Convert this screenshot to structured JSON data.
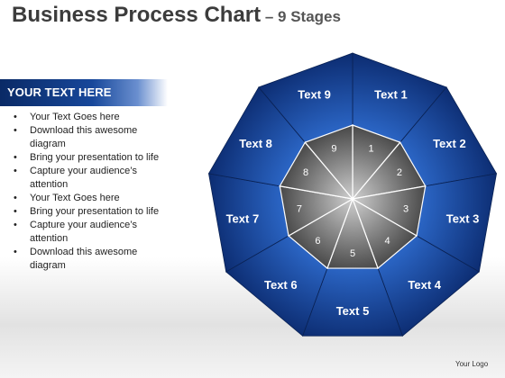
{
  "header": {
    "title": "Business Process Chart",
    "subtitle": " – 9 Stages"
  },
  "sidebar": {
    "heading": "YOUR TEXT HERE",
    "bullets": [
      "Your Text Goes here",
      "Download this awesome diagram",
      "Bring your presentation to life",
      "Capture your audience’s attention",
      "Your Text Goes here",
      "Bring your presentation to life",
      "Capture your audience’s attention",
      "Download this awesome diagram"
    ]
  },
  "diagram": {
    "stages": [
      {
        "number": "1",
        "label": "Text 1"
      },
      {
        "number": "2",
        "label": "Text 2"
      },
      {
        "number": "3",
        "label": "Text 3"
      },
      {
        "number": "4",
        "label": "Text 4"
      },
      {
        "number": "5",
        "label": "Text 5"
      },
      {
        "number": "6",
        "label": "Text 6"
      },
      {
        "number": "7",
        "label": "Text 7"
      },
      {
        "number": "8",
        "label": "Text 8"
      },
      {
        "number": "9",
        "label": "Text 9"
      }
    ],
    "colors": {
      "outer_dark": "#0b2a6e",
      "outer_light": "#2f6dd0",
      "inner_dark": "#4a4a4a",
      "inner_light": "#cfcfcf"
    }
  },
  "footer": {
    "logo": "Your Logo"
  }
}
